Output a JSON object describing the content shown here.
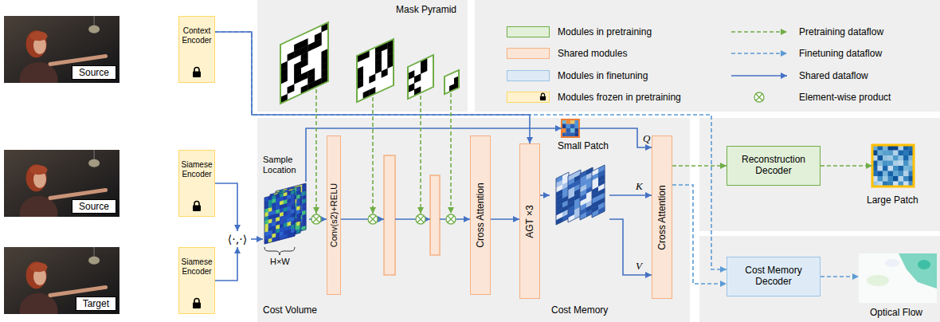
{
  "diagram": {
    "nodes": [
      {
        "text": [
          "Source"
        ]
      },
      {
        "text": [
          "Context Encoder"
        ]
      },
      {
        "text": [
          "Source"
        ]
      },
      {
        "text": [
          "Siamese Encoder"
        ]
      },
      {
        "text": [
          "Target"
        ]
      },
      {
        "text": [
          "Siamese Encoder"
        ]
      },
      {
        "text": [
          "⟨·,·⟩"
        ]
      },
      {
        "text": [
          "Cost Volume"
        ]
      },
      {
        "text": [
          "Conv(s2)+RELU"
        ]
      },
      {
        "text": [
          "Cross Attention"
        ]
      },
      {
        "text": [
          "AGT ×3"
        ]
      },
      {
        "text": [
          "Small Patch"
        ]
      },
      {
        "text": [
          "Cost Memory"
        ]
      },
      {
        "text": [
          "Cross Attention"
        ]
      },
      {
        "text": [
          "Reconstruction Decoder"
        ]
      },
      {
        "text": [
          "Large Patch"
        ]
      },
      {
        "text": [
          "Cost Memory Decoder"
        ]
      },
      {
        "text": [
          "Optical Flow"
        ]
      }
    ],
    "edges": [
      {
        "from": 1,
        "to": 10,
        "arrow": "to"
      },
      {
        "from": 1,
        "to": 16,
        "arrow": "to"
      },
      {
        "from": 3,
        "to": 6,
        "arrow": "to"
      },
      {
        "from": 5,
        "to": 6,
        "arrow": "to"
      },
      {
        "from": 6,
        "to": 7,
        "arrow": "to"
      },
      {
        "from": 7,
        "to": 11,
        "arrow": "to"
      },
      {
        "from": 7,
        "to": 8,
        "arrow": "to"
      },
      {
        "from": 9,
        "to": 10,
        "arrow": "to"
      },
      {
        "from": 10,
        "to": 12,
        "arrow": "to"
      },
      {
        "from": 11,
        "to": 13,
        "arrow": "to",
        "label": "Q"
      },
      {
        "from": 12,
        "to": 13,
        "arrow": "to",
        "label": "K"
      },
      {
        "from": 12,
        "to": 13,
        "arrow": "to",
        "label": "V"
      },
      {
        "from": 13,
        "to": 14,
        "arrow": "to"
      },
      {
        "from": 14,
        "to": 15,
        "arrow": "to"
      },
      {
        "from": 13,
        "to": 16,
        "arrow": "to"
      },
      {
        "from": 16,
        "to": 17,
        "arrow": "to"
      }
    ],
    "labels": [
      "Mask Pyramid",
      "Sample Location",
      "H×W"
    ],
    "legend": [
      {
        "text": "Modules in pretraining",
        "color": "#e2f0d9"
      },
      {
        "text": "Shared modules",
        "color": "#fbe5d6"
      },
      {
        "text": "Modules in finetuning",
        "color": "#deebf7"
      },
      {
        "text": "Modules frozen in pretraining",
        "color": "#fff2cc"
      },
      {
        "text": "Pretraining dataflow"
      },
      {
        "text": "Finetuning dataflow"
      },
      {
        "text": "Shared dataflow"
      },
      {
        "text": "Element-wise product"
      }
    ]
  }
}
